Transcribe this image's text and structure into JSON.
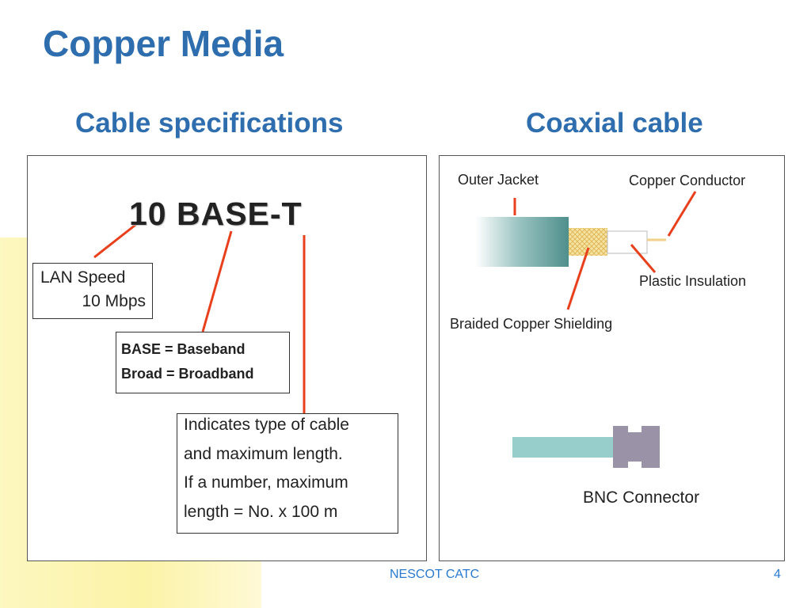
{
  "title": "Copper Media",
  "left_heading": "Cable specifications",
  "right_heading": "Coaxial cable",
  "spec_diagram": {
    "code": "10 BASE-T",
    "speed_box": [
      "LAN Speed",
      "10 Mbps"
    ],
    "base_box": [
      "BASE = Baseband",
      "Broad = Broadband"
    ],
    "type_box": [
      "Indicates type of cable",
      "and maximum length.",
      "If a number, maximum",
      "length = No. x 100 m"
    ]
  },
  "coax_diagram": {
    "outer_jacket": "Outer Jacket",
    "copper_conductor": "Copper Conductor",
    "plastic_insulation": "Plastic Insulation",
    "braided_shielding": "Braided Copper Shielding",
    "bnc_connector": "BNC Connector"
  },
  "colors": {
    "title": "#2f6eae",
    "pointer": "#e8401c",
    "jacket": "#5b9896",
    "braid": "#f2d88a",
    "bnc_metal": "#9a92a6",
    "bnc_cable": "#97cdca",
    "footer": "#2a7ad0"
  },
  "footer": {
    "text": "NESCOT CATC",
    "page": "4"
  }
}
